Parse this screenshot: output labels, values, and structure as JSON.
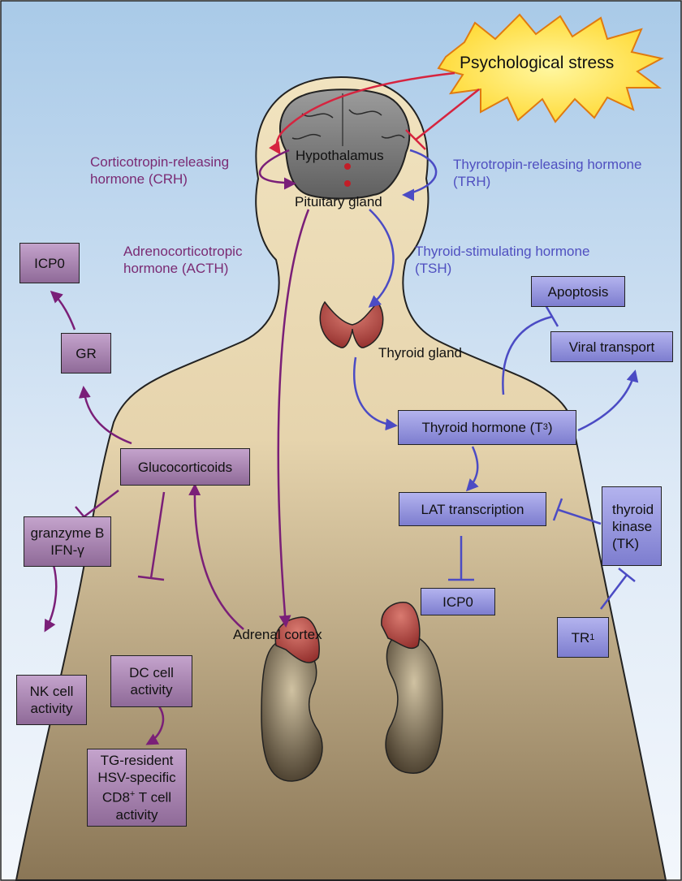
{
  "stress": {
    "label": "Psychological stress"
  },
  "brain": {
    "hypothalamus": "Hypothalamus",
    "pituitary": "Pituitary gland"
  },
  "hormones": {
    "crh_line1": "Corticotropin-releasing",
    "crh_line2": "hormone (CRH)",
    "trh_line1": "Thyrotropin-releasing hormone",
    "trh_line2": "(TRH)",
    "acth_line1": "Adrenocorticotropic",
    "acth_line2": "hormone (ACTH)",
    "tsh_line1": "Thyroid-stimulating hormone",
    "tsh_line2": "(TSH)"
  },
  "organs": {
    "thyroid_gland": "Thyroid gland",
    "adrenal_cortex": "Adrenal cortex"
  },
  "purple_boxes": {
    "icp0": "ICP0",
    "gr": "GR",
    "glucocorticoids": "Glucocorticoids",
    "granzyme_line1": "granzyme B",
    "granzyme_line2": "IFN-γ",
    "nk_line1": "NK cell",
    "nk_line2": "activity",
    "dc_line1": "DC cell",
    "dc_line2": "activity",
    "tg_line1": "TG-resident",
    "tg_line2": "HSV-specific",
    "tg_line3_pre": "CD8",
    "tg_line3_sup": "+",
    "tg_line3_post": " T cell",
    "tg_line4": "activity"
  },
  "blue_boxes": {
    "apoptosis": "Apoptosis",
    "viral_transport": "Viral transport",
    "thyroid_hormone_pre": "Thyroid hormone (T",
    "thyroid_hormone_sub": "3",
    "thyroid_hormone_post": ")",
    "lat_transcription": "LAT transcription",
    "icp0": "ICP0",
    "tk_line1": "thyroid",
    "tk_line2": "kinase",
    "tk_line3": "(TK)",
    "tr1_main": "TR",
    "tr1_sub": "1"
  },
  "colors": {
    "purple": "#7a1f78",
    "blue": "#4b4bc4",
    "red": "#d6243f",
    "body_fill": "#efe0bd",
    "organ_red": "#b23a36"
  }
}
